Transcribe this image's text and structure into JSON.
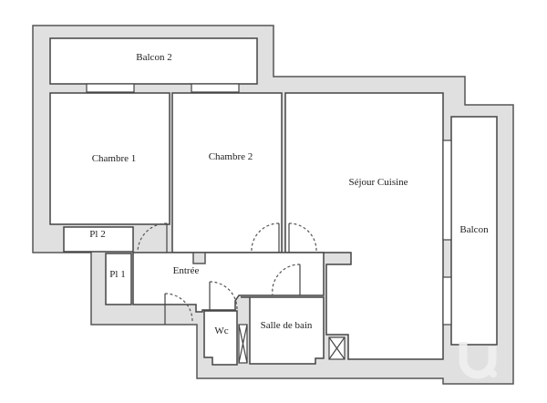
{
  "plan": {
    "colors": {
      "wall": "#e0e0e0",
      "wall_stroke": "#555555",
      "room": "#ffffff",
      "text": "#222222"
    },
    "rooms": {
      "balcon2": {
        "label": "Balcon 2"
      },
      "chambre1": {
        "label": "Chambre 1"
      },
      "chambre2": {
        "label": "Chambre 2"
      },
      "sejour": {
        "label": "Séjour Cuisine"
      },
      "balcon": {
        "label": "Balcon"
      },
      "pl2": {
        "label": "Pl 2"
      },
      "pl1": {
        "label": "Pl 1"
      },
      "entree": {
        "label": "Entrée"
      },
      "wc": {
        "label": "Wc"
      },
      "sdb": {
        "label": "Salle de bain"
      }
    }
  }
}
